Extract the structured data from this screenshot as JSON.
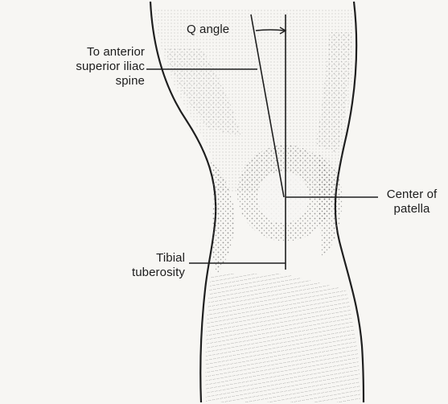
{
  "figure": {
    "colors": {
      "background": "#f7f6f3",
      "ink": "#1c1c1c",
      "stipple": "#4a4a4a"
    },
    "labels": {
      "q_angle": "Q angle",
      "asis": "To anterior\nsuperior iliac\nspine",
      "patella": "Center of\npatella",
      "tibial": "Tibial\ntuberosity"
    }
  }
}
